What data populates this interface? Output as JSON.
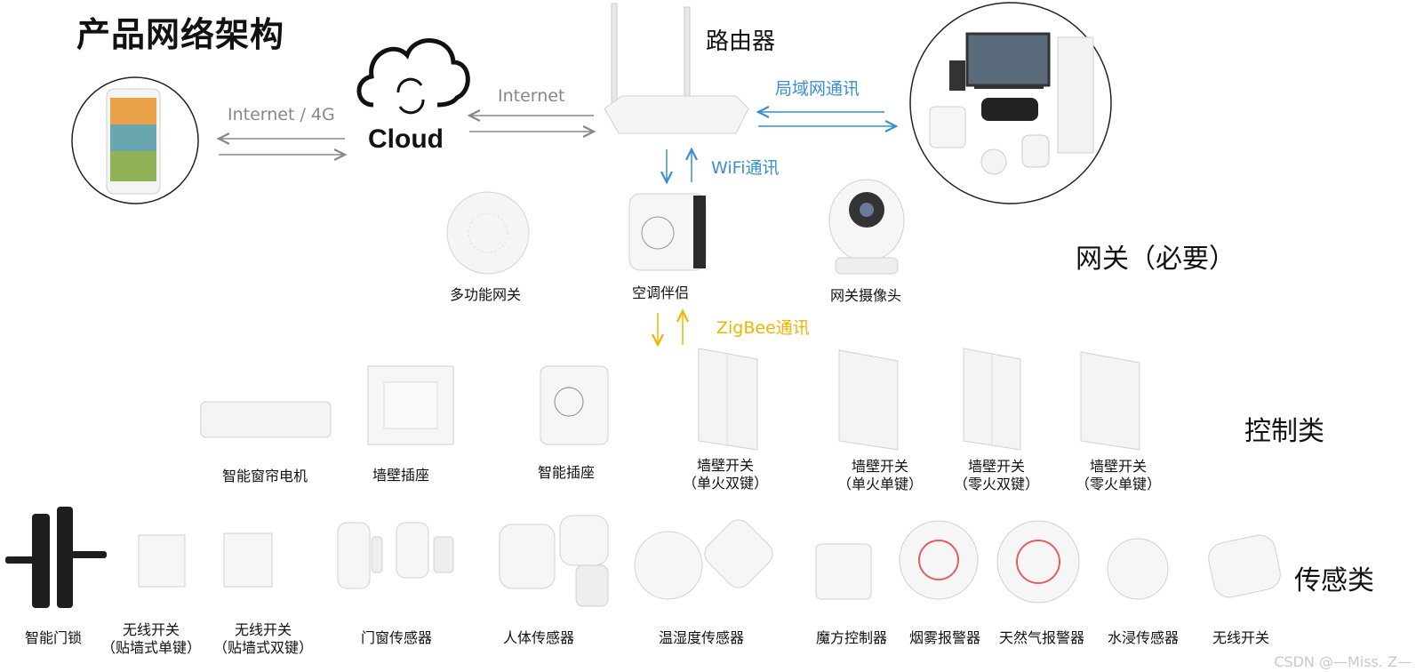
{
  "title": "产品网络架构",
  "cloud_label": "Cloud",
  "router_label": "路由器",
  "links": {
    "phone_cloud": "Internet / 4G",
    "cloud_router": "Internet",
    "router_lan": "局域网通讯",
    "router_gateway": "WiFi通讯",
    "gateway_devices": "ZigBee通讯"
  },
  "categories": {
    "gateway": "网关（必要）",
    "control": "控制类",
    "sensor": "传感类"
  },
  "gateways": [
    "多功能网关",
    "空调伴侣",
    "网关摄像头"
  ],
  "controls": [
    {
      "line1": "智能窗帘电机",
      "line2": ""
    },
    {
      "line1": "墙壁插座",
      "line2": ""
    },
    {
      "line1": "智能插座",
      "line2": ""
    },
    {
      "line1": "墙壁开关",
      "line2": "（单火双键）"
    },
    {
      "line1": "墙壁开关",
      "line2": "（单火单键）"
    },
    {
      "line1": "墙壁开关",
      "line2": "（零火双键）"
    },
    {
      "line1": "墙壁开关",
      "line2": "（零火单键）"
    }
  ],
  "sensors": [
    {
      "line1": "智能门锁",
      "line2": ""
    },
    {
      "line1": "无线开关",
      "line2": "（贴墙式单键）"
    },
    {
      "line1": "无线开关",
      "line2": "（贴墙式双键）"
    },
    {
      "line1": "门窗传感器",
      "line2": ""
    },
    {
      "line1": "人体传感器",
      "line2": ""
    },
    {
      "line1": "温湿度传感器",
      "line2": ""
    },
    {
      "line1": "魔方控制器",
      "line2": ""
    },
    {
      "line1": "烟雾报警器",
      "line2": ""
    },
    {
      "line1": "天然气报警器",
      "line2": ""
    },
    {
      "line1": "水浸传感器",
      "line2": ""
    },
    {
      "line1": "无线开关",
      "line2": ""
    }
  ],
  "watermark": "CSDN @—Miss. Z—",
  "colors": {
    "blue": "#3a8fd0",
    "yellow": "#f0b400",
    "gray": "#888888"
  }
}
